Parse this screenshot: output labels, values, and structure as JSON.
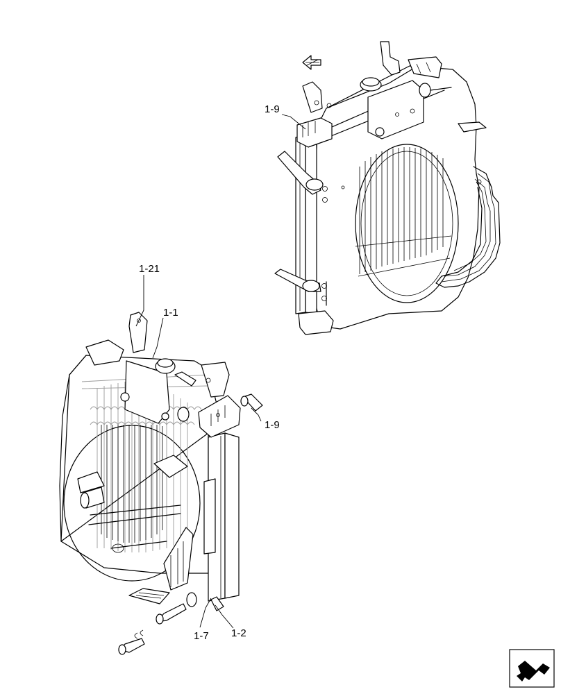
{
  "callouts": {
    "top_1_9": "1-9",
    "label_1_21": "1-21",
    "label_1_1": "1-1",
    "bottom_1_9": "1-9",
    "label_1_7": "1-7",
    "label_1_2": "1-2"
  },
  "icons": {
    "view_direction": "view-direction-arrow-icon",
    "navigation": "navigation-arrow-icon"
  }
}
